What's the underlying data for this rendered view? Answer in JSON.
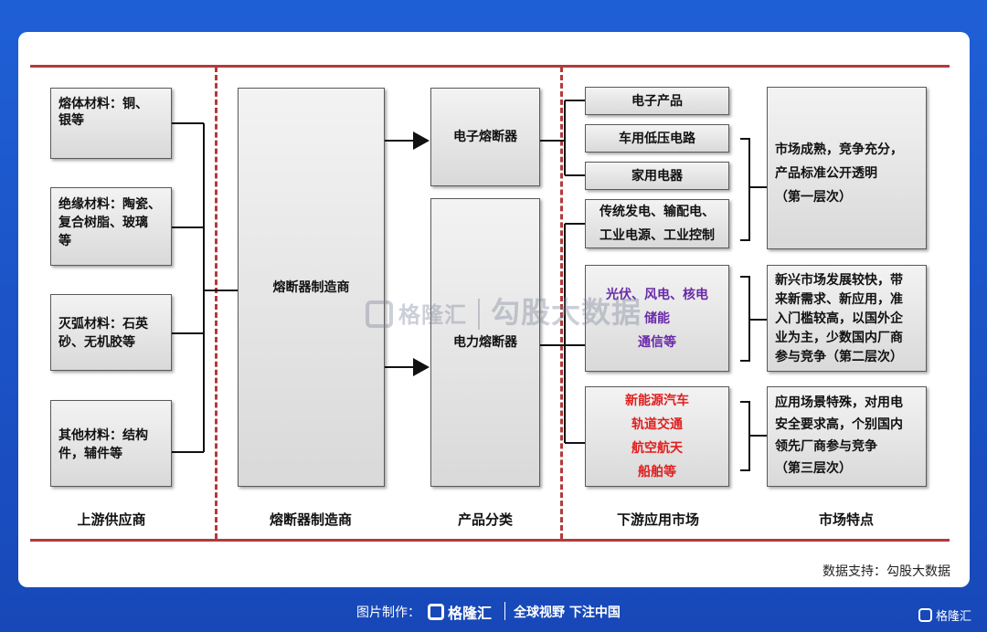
{
  "suppliers": [
    {
      "lines": [
        "熔体材料：铜、",
        "银等"
      ]
    },
    {
      "lines": [
        "绝缘材料：陶瓷、",
        "复合树脂、玻璃",
        "等"
      ]
    },
    {
      "lines": [
        "灭弧材料：石英",
        "砂、无机胶等"
      ]
    },
    {
      "lines": [
        "其他材料：结构",
        "件，辅件等"
      ]
    }
  ],
  "manufacturer": "熔断器制造商",
  "products": [
    "电子熔断器",
    "电力熔断器"
  ],
  "markets": {
    "basic": [
      "电子产品",
      "车用低压电路",
      "家用电器"
    ],
    "traditional": [
      "传统发电、输配电、",
      "工业电源、工业控制"
    ],
    "emerging": [
      "光伏、风电、核电",
      "储能",
      "通信等"
    ],
    "special": [
      "新能源汽车",
      "轨道交通",
      "航空航天",
      "船舶等"
    ]
  },
  "features": [
    {
      "lines": [
        "市场成熟，竞争充分，",
        "产品标准公开透明",
        "（第一层次）"
      ]
    },
    {
      "lines": [
        "新兴市场发展较快，带",
        "来新需求、新应用，准",
        "入门槛较高，以国外企",
        "业为主，少数国内厂商",
        "参与竞争（第二层次）"
      ]
    },
    {
      "lines": [
        "应用场景特殊，对用电",
        "安全要求高，个别国内",
        "领先厂商参与竞争",
        "（第三层次）"
      ]
    }
  ],
  "column_labels": [
    "上游供应商",
    "熔断器制造商",
    "产品分类",
    "下游应用市场",
    "市场特点"
  ],
  "watermark": {
    "brand": "格隆汇",
    "text": "勾股大数据"
  },
  "credit": "数据支持：勾股大数据",
  "footer": {
    "made_by": "图片制作：",
    "brand": "格隆汇",
    "slogan": "全球视野 下注中国",
    "corner_brand": "格隆汇"
  },
  "colors": {
    "divider": "#b33a3a",
    "emerging_text": "#6a2aa8",
    "special_text": "#e02020",
    "background": "#1f5fd6"
  }
}
